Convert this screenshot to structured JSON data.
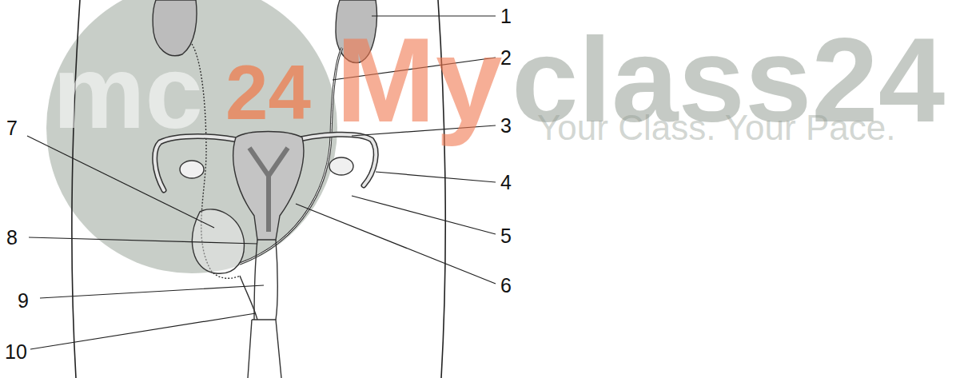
{
  "diagram": {
    "labels": [
      "1",
      "2",
      "3",
      "4",
      "5",
      "6",
      "7",
      "8",
      "9",
      "10",
      "mc",
      "24",
      "My",
      "class24",
      "Your Class. Your Pace."
    ]
  }
}
